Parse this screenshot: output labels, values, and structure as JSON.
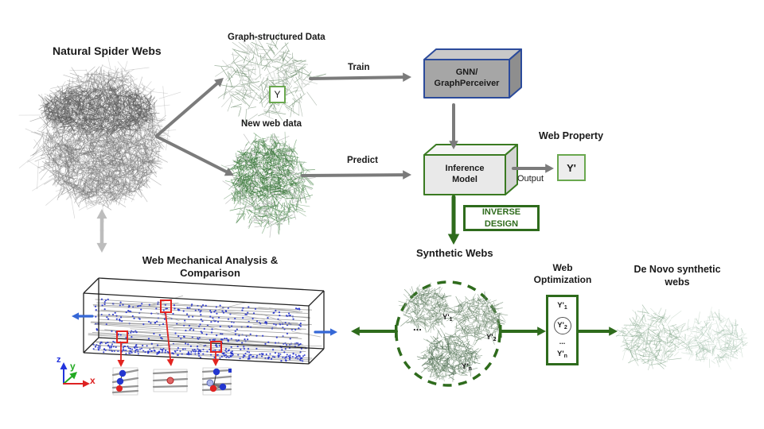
{
  "colors": {
    "dark_green": "#2e6b1c",
    "bright_green": "#6aa84f",
    "blue_border": "#2c4b9b",
    "arrow_gray": "#7b7b7b",
    "light_gray_arrow": "#bdbdbd",
    "blue_arrow": "#3567d6",
    "red": "#e22420",
    "axis_z": "#2233dd",
    "axis_y": "#22aa22",
    "axis_x": "#dd2222"
  },
  "top": {
    "natural_webs_label": "Natural Spider Webs",
    "graph_data_label": "Graph-structured Data",
    "y_box_label": "Y",
    "train_label": "Train",
    "gnn_box": {
      "line1": "GNN/",
      "line2": "GraphPerceiver"
    },
    "new_web_label": "New web data",
    "predict_label": "Predict",
    "inference_box": {
      "line1": "Inference",
      "line2": "Model"
    },
    "web_property_label": "Web Property",
    "output_label": "Output",
    "y_prime_label": "Y'"
  },
  "inverse_design": {
    "line1": "INVERSE",
    "line2": "DESIGN"
  },
  "synthetic": {
    "title": "Synthetic Webs",
    "ellipsis": "...",
    "items": [
      {
        "base": "Y'",
        "sub": "1"
      },
      {
        "base": "Y'",
        "sub": "2"
      },
      {
        "base": "Y'",
        "sub": "n"
      }
    ]
  },
  "optimization": {
    "title_line1": "Web",
    "title_line2": "Optimization",
    "ellipsis": "...",
    "items": [
      {
        "base": "Y'",
        "sub": "1"
      },
      {
        "base": "Y'",
        "sub": "2"
      },
      {
        "base": "Y'",
        "sub": "n"
      }
    ]
  },
  "de_novo": {
    "title_line1": "De Novo synthetic",
    "title_line2": "webs"
  },
  "mechanics": {
    "title_line1": "Web Mechanical Analysis &",
    "title_line2": "Comparison",
    "axes": {
      "z": "z",
      "y": "y",
      "x": "x"
    }
  }
}
